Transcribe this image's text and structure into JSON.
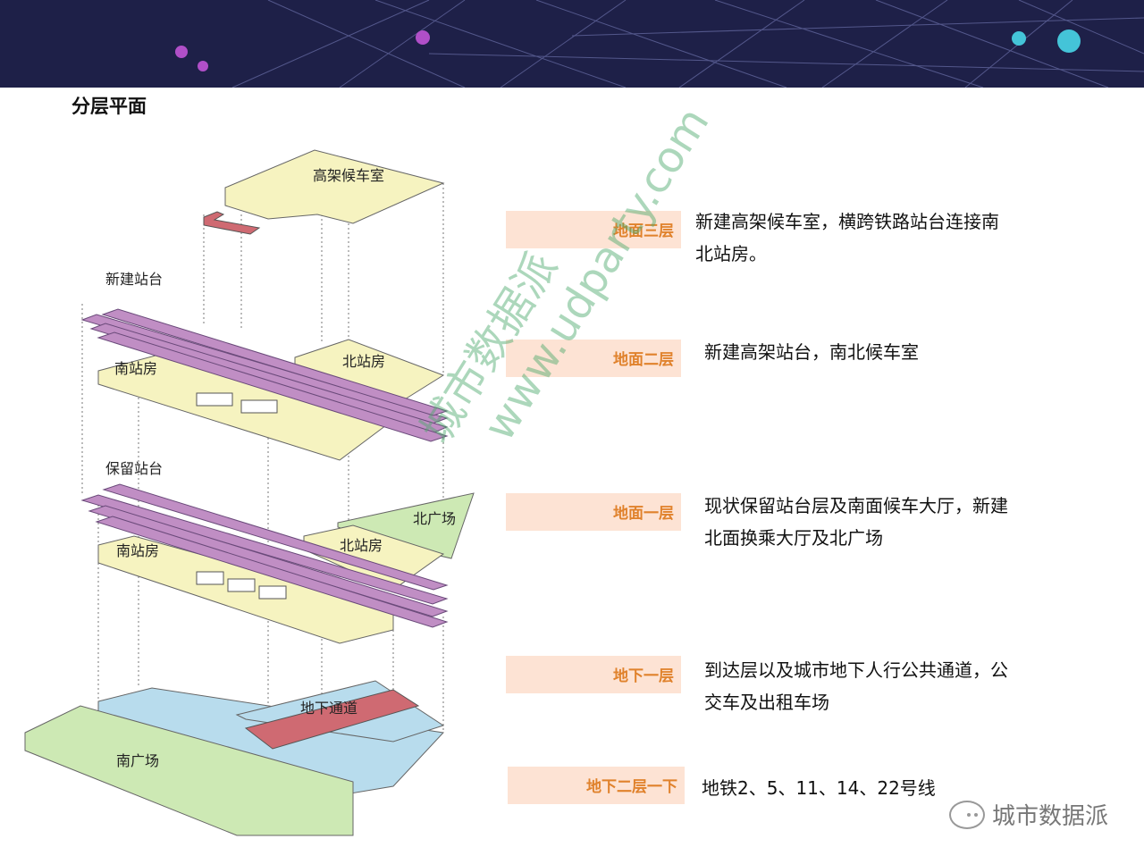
{
  "slide": {
    "title": "分层平面"
  },
  "diagram": {
    "labels": {
      "elevated_waiting": "高架候车室",
      "new_platform": "新建站台",
      "south_station_a": "南站房",
      "north_station_a": "北站房",
      "kept_platform": "保留站台",
      "north_plaza": "北广场",
      "south_station_b": "南站房",
      "north_station_b": "北站房",
      "underpass": "地下通道",
      "south_plaza": "南广场"
    }
  },
  "legend": [
    {
      "tag": "地面三层",
      "desc_line1": "新建高架候车室，横跨铁路站台连接南",
      "desc_line2": "北站房。"
    },
    {
      "tag": "地面二层",
      "desc_line1": "新建高架站台，南北候车室",
      "desc_line2": ""
    },
    {
      "tag": "地面一层",
      "desc_line1": "现状保留站台层及南面候车大厅，新建",
      "desc_line2": "北面换乘大厅及北广场"
    },
    {
      "tag": "地下一层",
      "desc_line1": "到达层以及城市地下人行公共通道，公",
      "desc_line2": "交车及出租车场"
    },
    {
      "tag": "地下二层一下",
      "desc_line1": "地铁2、5、11、14、22号线",
      "desc_line2": ""
    }
  ],
  "watermark": {
    "line1": "城市数据派",
    "line2": "www.udparty.com"
  },
  "footer": {
    "brand": "城市数据派"
  },
  "colors": {
    "banner": "#1e2048",
    "platform": "#c08ec4",
    "building": "#f6f3c0",
    "plaza": "#cde9b4",
    "underground": "#b8dced",
    "tunnel": "#cf6a72",
    "tag_bg": "#fde3d4",
    "tag_text": "#e0822c"
  }
}
